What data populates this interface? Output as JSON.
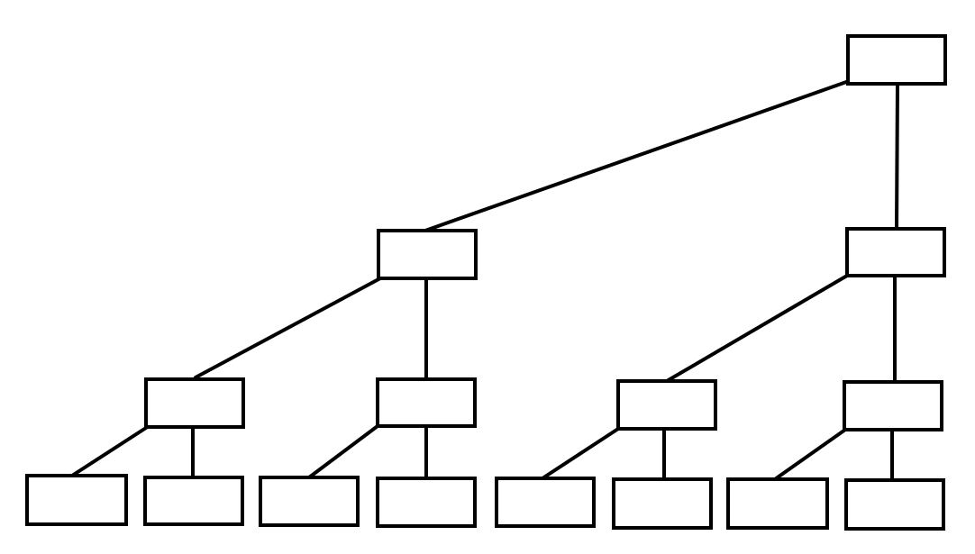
{
  "diagram": {
    "type": "tree",
    "stroke_color": "#000000",
    "background_color": "#ffffff",
    "nodes": [
      {
        "id": "root",
        "label": "",
        "children": [
          "n1",
          "n2"
        ]
      },
      {
        "id": "n1",
        "label": "",
        "children": [
          "n11",
          "n12"
        ]
      },
      {
        "id": "n2",
        "label": "",
        "children": [
          "n21",
          "n22"
        ]
      },
      {
        "id": "n11",
        "label": "",
        "children": [
          "n111",
          "n112"
        ]
      },
      {
        "id": "n12",
        "label": "",
        "children": [
          "n121",
          "n122"
        ]
      },
      {
        "id": "n21",
        "label": "",
        "children": [
          "n211",
          "n212"
        ]
      },
      {
        "id": "n22",
        "label": "",
        "children": [
          "n221",
          "n222"
        ]
      },
      {
        "id": "n111",
        "label": "",
        "children": []
      },
      {
        "id": "n112",
        "label": "",
        "children": []
      },
      {
        "id": "n121",
        "label": "",
        "children": []
      },
      {
        "id": "n122",
        "label": "",
        "children": []
      },
      {
        "id": "n211",
        "label": "",
        "children": []
      },
      {
        "id": "n212",
        "label": "",
        "children": []
      },
      {
        "id": "n221",
        "label": "",
        "children": []
      },
      {
        "id": "n222",
        "label": "",
        "children": []
      }
    ]
  }
}
